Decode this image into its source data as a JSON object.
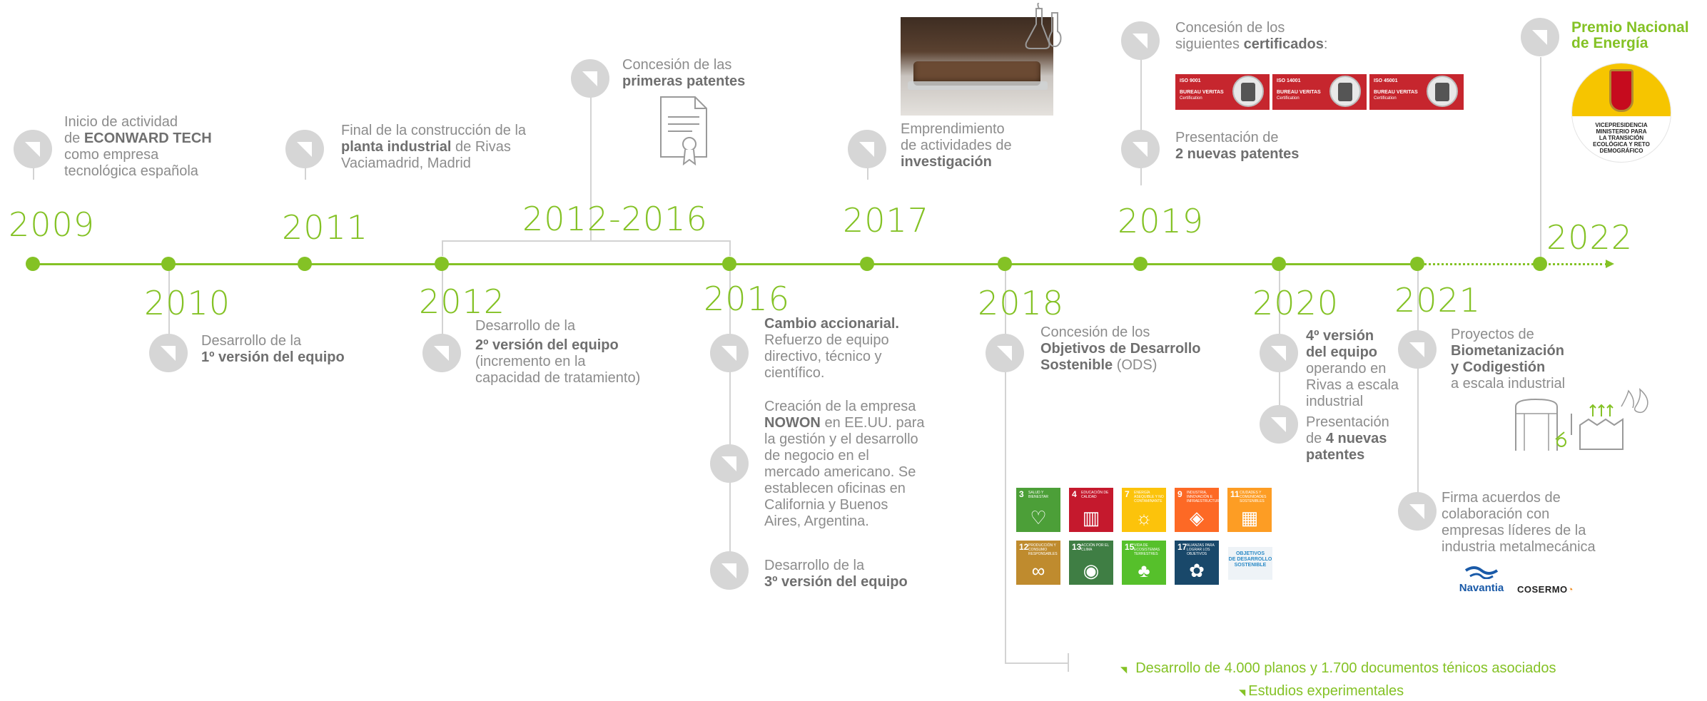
{
  "years": {
    "y2009": "2009",
    "y2010": "2010",
    "y2011": "2011",
    "y2012": "2012",
    "y2012_2016": "2012-2016",
    "y2016": "2016",
    "y2017": "2017",
    "y2018": "2018",
    "y2019": "2019",
    "y2020": "2020",
    "y2021": "2021",
    "y2022": "2022"
  },
  "milestones": {
    "m2009": {
      "l1": "Inicio de actividad",
      "l2a": "de ",
      "l2b": "ECONWARD TECH",
      "l3": "como empresa",
      "l4": "tecnológica española"
    },
    "m2010": {
      "l1": "Desarrollo de la",
      "l2": "1º versión del equipo"
    },
    "m2011": {
      "l1": "Final de la construcción  de  la",
      "l2a": "planta industrial",
      "l2b": " de Rivas",
      "l3": "Vaciamadrid, Madrid"
    },
    "m2012_2016": {
      "l1": "Concesión de las",
      "l2": "primeras patentes"
    },
    "m2012": {
      "l1": "Desarrollo de la",
      "l2": "2º versión del equipo",
      "l3": "(incremento en la",
      "l4": "capacidad de tratamiento)"
    },
    "m2016a": {
      "l1": "Cambio accionarial.",
      "l2": "Refuerzo de equipo",
      "l3": "directivo,  técnico  y",
      "l4": "científico."
    },
    "m2016b": {
      "l1a": "Creación de la empresa",
      "l2a": "NOWON",
      "l2b": " en EE.UU. para",
      "l3": "la  gestión  y el desarrollo",
      "l4": "de  negocio en el",
      "l5": "mercado  americano. Se",
      "l6": "establecen  oficinas en",
      "l7": "California y  Buenos",
      "l8": "Aires, Argentina."
    },
    "m2016c": {
      "l1": "Desarrollo de la",
      "l2": "3º versión del equipo"
    },
    "m2017": {
      "l1": "Emprendimiento",
      "l2": "de actividades de",
      "l3": "investigación"
    },
    "m2018": {
      "l1": "Concesión de los",
      "l2": "Objetivos de Desarrollo",
      "l3a": "Sostenible",
      "l3b": " (ODS)"
    },
    "m2019a": {
      "l1": "Concesión de los",
      "l2a": "siguientes ",
      "l2b": "certificados",
      "l2c": ":"
    },
    "m2019b": {
      "l1": "Presentación de",
      "l2": "2 nuevas patentes"
    },
    "m2020a": {
      "l1": "4º versión",
      "l2": "del equipo",
      "l3": "operando en",
      "l4": "Rivas a escala",
      "l5": "industrial"
    },
    "m2020b": {
      "l1": "Presentación",
      "l2a": "de ",
      "l2b": "4 nuevas",
      "l3": "patentes"
    },
    "m2021a": {
      "l1": "Proyectos de",
      "l2": "Biometanización",
      "l3": "y Codigestión",
      "l4": "a escala industrial"
    },
    "m2021b": {
      "l1": "Firma acuerdos de",
      "l2": "colaboración con",
      "l3": "empresas líderes de la",
      "l4": "industria metalmecánica"
    },
    "m2022": {
      "l1": "Premio Nacional",
      "l2": "de Energía"
    }
  },
  "bullets": {
    "b1": "Desarrollo de 4.000 planos y 1.700 documentos ténicos asociados",
    "b2": "Estudios experimentales"
  },
  "certificates": [
    {
      "code": "ISO 9001",
      "org": "BUREAU VERITAS",
      "sub": "Certification"
    },
    {
      "code": "ISO 14001",
      "org": "BUREAU VERITAS",
      "sub": "Certification"
    },
    {
      "code": "ISO 45001",
      "org": "BUREAU VERITAS",
      "sub": "Certification"
    }
  ],
  "sdg_tiles": [
    {
      "num": "3",
      "label": "Salud y bienestar",
      "color": "#4c9f38",
      "glyph": "♡"
    },
    {
      "num": "4",
      "label": "Educación de calidad",
      "color": "#c5192d",
      "glyph": "▥"
    },
    {
      "num": "7",
      "label": "Energía asequible y no contaminante",
      "color": "#fcc30b",
      "glyph": "☼"
    },
    {
      "num": "9",
      "label": "Industria, innovación e infraestructura",
      "color": "#fd6925",
      "glyph": "◈"
    },
    {
      "num": "11",
      "label": "Ciudades y comunidades sostenibles",
      "color": "#fd9d24",
      "glyph": "▦"
    },
    {
      "num": "12",
      "label": "Producción y consumo responsables",
      "color": "#bf8b2e",
      "glyph": "∞"
    },
    {
      "num": "13",
      "label": "Acción por el clima",
      "color": "#3f7e44",
      "glyph": "◉"
    },
    {
      "num": "15",
      "label": "Vida de ecosistemas terrestres",
      "color": "#56c02b",
      "glyph": "♣"
    },
    {
      "num": "17",
      "label": "Alianzas para lograr los objetivos",
      "color": "#19486a",
      "glyph": "✿"
    }
  ],
  "sdg_logo": {
    "l1": "OBJETIVOS",
    "l2": "DE DESARROLLO",
    "l3": "SOSTENIBLE"
  },
  "award_badge": {
    "l1": "VICEPRESIDENCIA",
    "l2": "MINISTERIO PARA",
    "l3": "LA TRANSICIÓN",
    "l4": "ECOLÓGICA Y RETO",
    "l5": "DEMOGRÁFICO"
  },
  "partners": {
    "navantia": "Navantia",
    "cosermo": "COSERMO"
  },
  "colors": {
    "accent": "#84c225",
    "icon_grey": "#d6d6d6",
    "text": "#8c8c8c"
  }
}
